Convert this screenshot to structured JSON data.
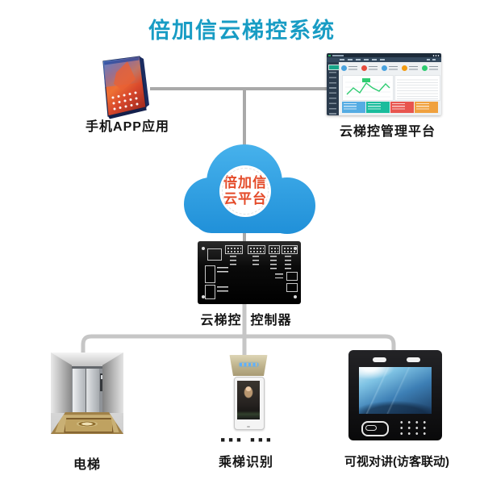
{
  "title": {
    "text": "倍加信云梯控系统",
    "color": "#189cc4"
  },
  "nodes": {
    "phone": {
      "label": "手机APP应用"
    },
    "platform": {
      "label": "云梯控管理平台"
    },
    "cloud": {
      "line1": "倍加信",
      "line2": "云平台",
      "fill": "#2f9fe2",
      "text_color": "#e44a28"
    },
    "controller": {
      "label": "云梯控  控制器"
    },
    "elevator": {
      "label": "电梯"
    },
    "recognition": {
      "label": "乘梯识别",
      "dots": "■ ■ ■   ■ ■ ■"
    },
    "intercom": {
      "label": "可视对讲(访客联动)"
    }
  },
  "dashboard": {
    "stat_colors": [
      "#4aa3df",
      "#e74c3c",
      "#4aa3df",
      "#f39c12",
      "#2ecc71"
    ],
    "card_colors": [
      "#55ace3",
      "#1abc9c",
      "#e8554e",
      "#f0a13e"
    ],
    "chart_line_color": "#2ecc71"
  },
  "line_color_top": "#a9a9a9",
  "line_color_bottom": "#c6c6c6"
}
